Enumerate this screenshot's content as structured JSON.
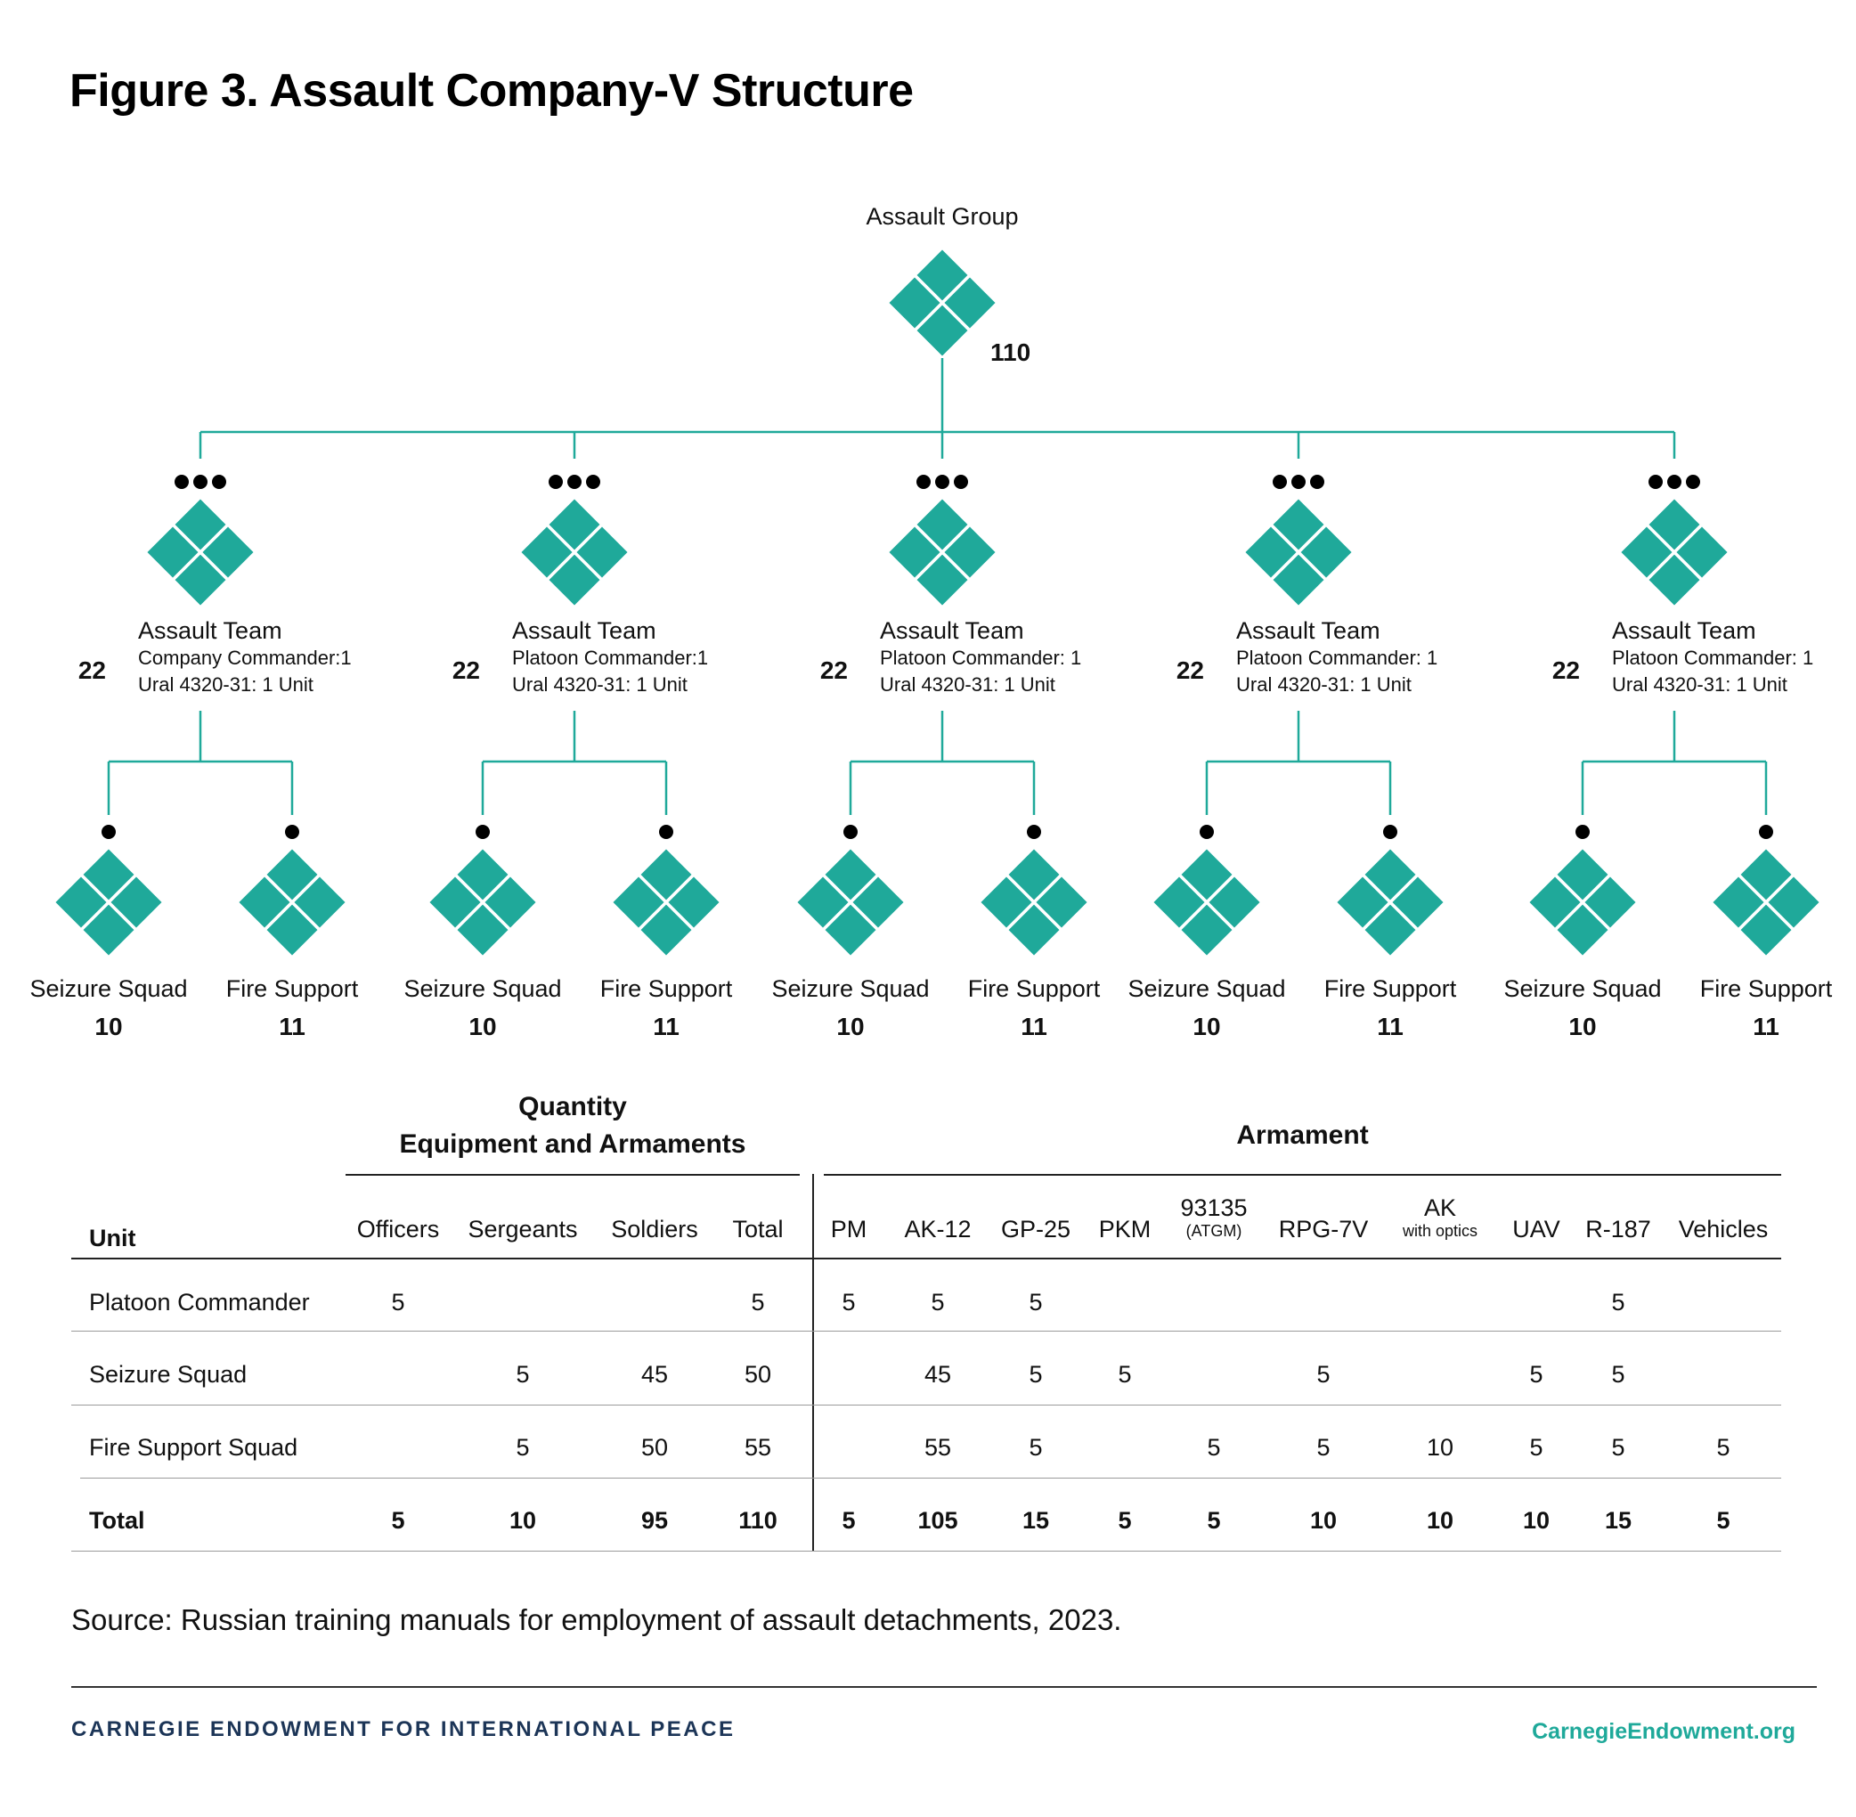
{
  "title": "Figure 3. Assault Company-V Structure",
  "colors": {
    "accent": "#1fa99a",
    "text": "#111111",
    "brand": "#1c3557"
  },
  "org_chart": {
    "root": {
      "label": "Assault Group",
      "count": "110"
    },
    "teams": [
      {
        "label": "Assault Team",
        "count": "22",
        "line1": "Company Commander:1",
        "line2": "Ural 4320-31: 1 Unit",
        "squads": [
          {
            "label": "Seizure Squad",
            "count": "10"
          },
          {
            "label": "Fire Support",
            "count": "11"
          }
        ]
      },
      {
        "label": "Assault Team",
        "count": "22",
        "line1": "Platoon Commander:1",
        "line2": "Ural 4320-31: 1 Unit",
        "squads": [
          {
            "label": "Seizure Squad",
            "count": "10"
          },
          {
            "label": "Fire Support",
            "count": "11"
          }
        ]
      },
      {
        "label": "Assault Team",
        "count": "22",
        "line1": "Platoon Commander: 1",
        "line2": "Ural 4320-31: 1 Unit",
        "squads": [
          {
            "label": "Seizure Squad",
            "count": "10"
          },
          {
            "label": "Fire Support",
            "count": "11"
          }
        ]
      },
      {
        "label": "Assault Team",
        "count": "22",
        "line1": "Platoon Commander: 1",
        "line2": "Ural 4320-31: 1 Unit",
        "squads": [
          {
            "label": "Seizure Squad",
            "count": "10"
          },
          {
            "label": "Fire Support",
            "count": "11"
          }
        ]
      },
      {
        "label": "Assault Team",
        "count": "22",
        "line1": "Platoon Commander: 1",
        "line2": "Ural 4320-31: 1 Unit",
        "squads": [
          {
            "label": "Seizure Squad",
            "count": "10"
          },
          {
            "label": "Fire Support",
            "count": "11"
          }
        ]
      }
    ]
  },
  "table": {
    "group_quantity_line1": "Quantity",
    "group_quantity_line2": "Equipment and Armaments",
    "group_armament": "Armament",
    "unit_header": "Unit",
    "columns": [
      {
        "label": "Officers",
        "sub": ""
      },
      {
        "label": "Sergeants",
        "sub": ""
      },
      {
        "label": "Soldiers",
        "sub": ""
      },
      {
        "label": "Total",
        "sub": ""
      },
      {
        "label": "PM",
        "sub": ""
      },
      {
        "label": "AK-12",
        "sub": ""
      },
      {
        "label": "GP-25",
        "sub": ""
      },
      {
        "label": "PKM",
        "sub": ""
      },
      {
        "label": "93135",
        "sub": "(ATGM)"
      },
      {
        "label": "RPG-7V",
        "sub": ""
      },
      {
        "label": "AK",
        "sub": "with optics"
      },
      {
        "label": "UAV",
        "sub": ""
      },
      {
        "label": "R-187",
        "sub": ""
      },
      {
        "label": "Vehicles",
        "sub": ""
      }
    ],
    "rows": [
      {
        "unit": "Platoon Commander",
        "bold": false,
        "values": [
          "5",
          "",
          "",
          "5",
          "5",
          "5",
          "5",
          "",
          "",
          "",
          "",
          "",
          "5",
          ""
        ]
      },
      {
        "unit": "Seizure Squad",
        "bold": false,
        "values": [
          "",
          "5",
          "45",
          "50",
          "",
          "45",
          "5",
          "5",
          "",
          "5",
          "",
          "5",
          "5",
          ""
        ]
      },
      {
        "unit": "Fire Support Squad",
        "bold": false,
        "values": [
          "",
          "5",
          "50",
          "55",
          "",
          "55",
          "5",
          "",
          "5",
          "5",
          "10",
          "5",
          "5",
          "5"
        ]
      },
      {
        "unit": "Total",
        "bold": true,
        "values": [
          "5",
          "10",
          "95",
          "110",
          "5",
          "105",
          "15",
          "5",
          "5",
          "10",
          "10",
          "10",
          "15",
          "5"
        ]
      }
    ]
  },
  "source": "Source: Russian training manuals for employment of assault detachments, 2023.",
  "footer": {
    "brand": "CARNEGIE ENDOWMENT FOR INTERNATIONAL PEACE",
    "url": "CarnegieEndowment.org"
  }
}
